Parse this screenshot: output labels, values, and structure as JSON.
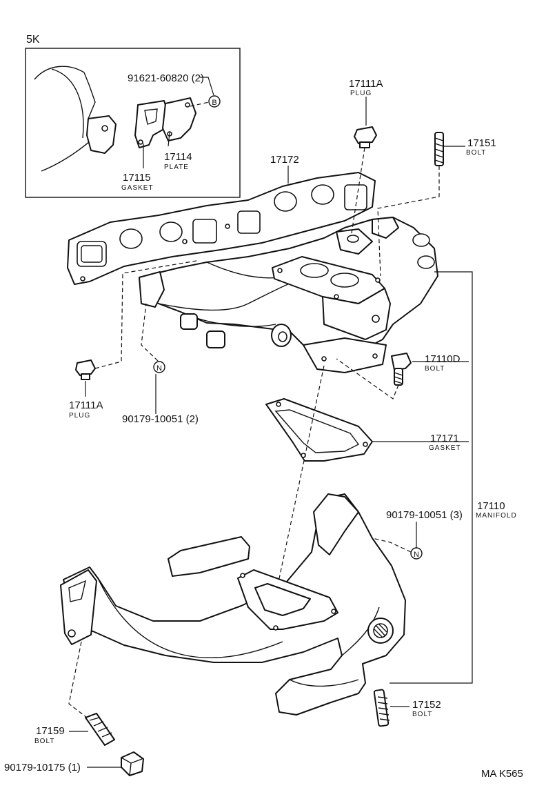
{
  "inset": {
    "title": "5K"
  },
  "labels": {
    "p91621": "91621-60820 (2)",
    "p17114": "17114",
    "p17114_sub": "PLATE",
    "p17115": "17115",
    "p17115_sub": "GASKET",
    "p17111a_top": "17111A",
    "p17111a_top_sub": "PLUG",
    "p17151": "17151",
    "p17151_sub": "BOLT",
    "p17172": "17172",
    "p17111a_left": "17111A",
    "p17111a_left_sub": "PLUG",
    "p90179_2": "90179-10051 (2)",
    "p17110d": "17110D",
    "p17110d_sub": "BOLT",
    "p17171": "17171",
    "p17171_sub": "GASKET",
    "p17110": "17110",
    "p17110_sub": "MANIFOLD",
    "p90179_3": "90179-10051 (3)",
    "p17152": "17152",
    "p17152_sub": "BOLT",
    "p17159": "17159",
    "p17159_sub": "BOLT",
    "p90179_1": "90179-10175 (1)",
    "code": "MA K565",
    "marker_b": "B",
    "marker_n1": "N",
    "marker_n2": "N"
  }
}
